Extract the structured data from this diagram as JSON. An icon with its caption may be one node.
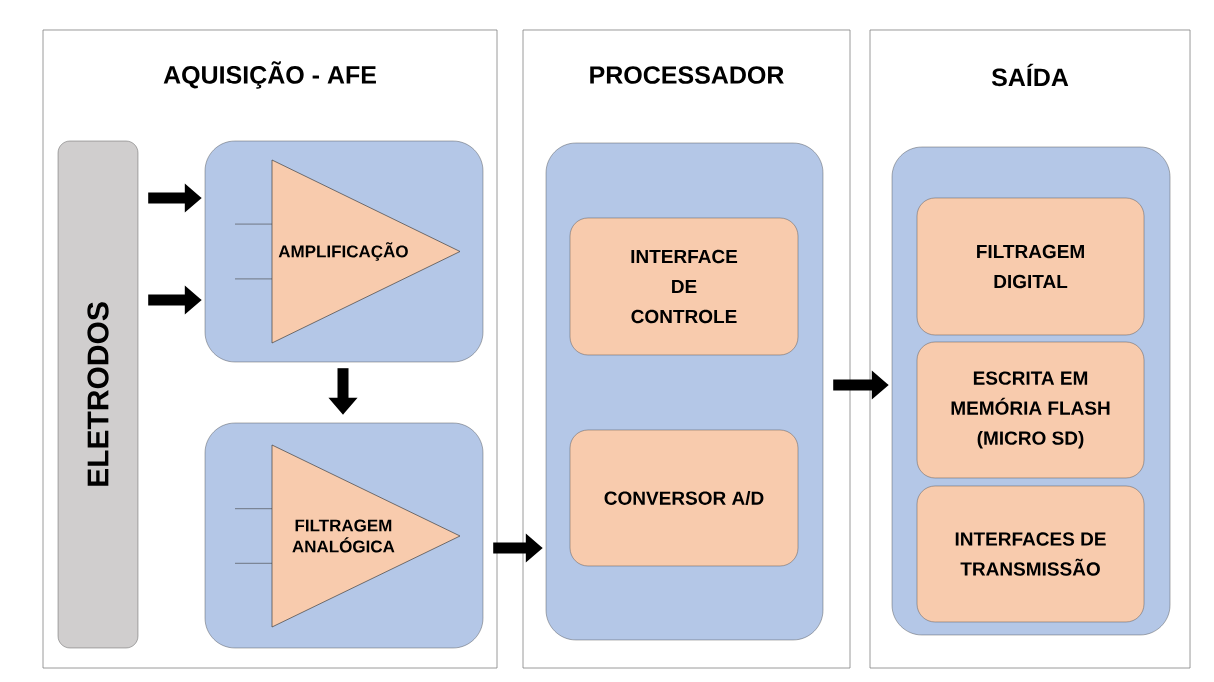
{
  "diagram": {
    "nodes": [
      {
        "text": [
          "AQUISIÇÃO - AFE"
        ]
      },
      {
        "text": [
          "ELETRODOS"
        ],
        "in": 0
      },
      {
        "text": [],
        "shape": "box",
        "in": 0
      },
      {
        "text": [
          "AMPLIFICAÇÃO"
        ],
        "in": 2
      },
      {
        "text": [],
        "shape": "box",
        "in": 0
      },
      {
        "text": [
          "FILTRAGEM ANALÓGICA"
        ],
        "in": 4
      },
      {
        "text": [
          "PROCESSADOR"
        ]
      },
      {
        "text": [],
        "shape": "box",
        "in": 6
      },
      {
        "text": [
          "INTERFACE DE CONTROLE"
        ],
        "in": 7
      },
      {
        "text": [
          "CONVERSOR A/D"
        ],
        "in": 7
      },
      {
        "text": [
          "SAÍDA"
        ]
      },
      {
        "text": [],
        "shape": "box",
        "in": 10
      },
      {
        "text": [
          "FILTRAGEM DIGITAL"
        ],
        "in": 11
      },
      {
        "text": [
          "ESCRITA EM MEMÓRIA FLASH (MICRO SD)"
        ],
        "in": 11
      },
      {
        "text": [
          "INTERFACES DE TRANSMISSÃO"
        ],
        "in": 11
      }
    ],
    "edges": [
      {
        "from": 1,
        "to": 2,
        "arrow": "to"
      },
      {
        "from": 1,
        "to": 2,
        "arrow": "to"
      },
      {
        "from": 2,
        "to": 4,
        "arrow": "to"
      },
      {
        "from": 4,
        "to": 7,
        "arrow": "to"
      },
      {
        "from": 7,
        "to": 11,
        "arrow": "to"
      }
    ]
  }
}
